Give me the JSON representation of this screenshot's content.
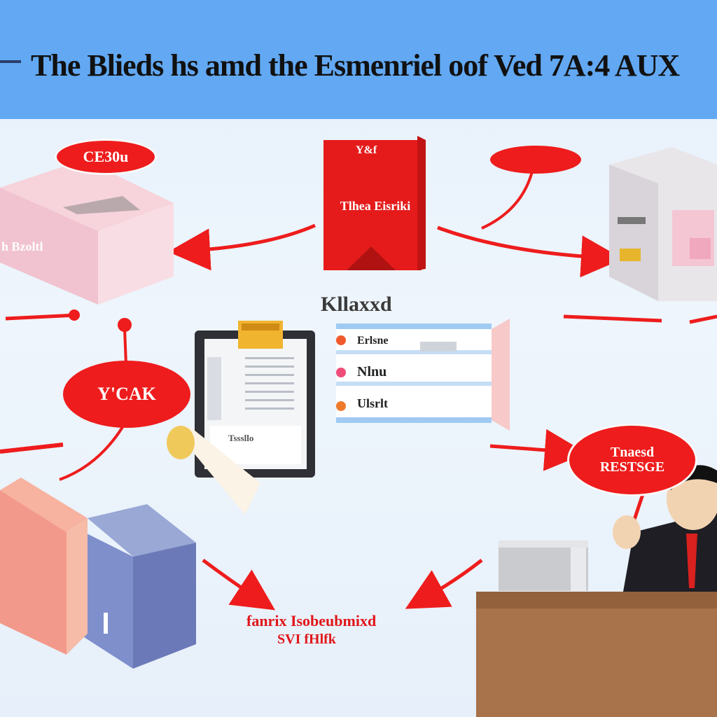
{
  "header": {
    "title": "The Blieds hs amd the Esmenriel oof Ved 7A:4 AUX"
  },
  "bubbles": {
    "top_left": "CE30u",
    "top_right": "",
    "left_middle": "Y'CAK",
    "right_lower_line1": "Tnaesd",
    "right_lower_line2": "RESTSGE"
  },
  "book": {
    "top_label": "Y&f",
    "main_label": "Tlhea Eisriki"
  },
  "box_top_left": {
    "side_label": "h Bzoltl"
  },
  "center": {
    "heading": "Kllaxxd",
    "list_items": [
      "Erlsne",
      "Nlnu",
      "Ulsrlt"
    ],
    "clipboard_label": "Tsssllo"
  },
  "bottom": {
    "line1": "fanrix Isobeubmixd",
    "line2": "SVI fHlfk"
  },
  "colors": {
    "banner": "#62a8f2",
    "accent_red": "#ee1c1c",
    "background": "#e9f2fb"
  }
}
